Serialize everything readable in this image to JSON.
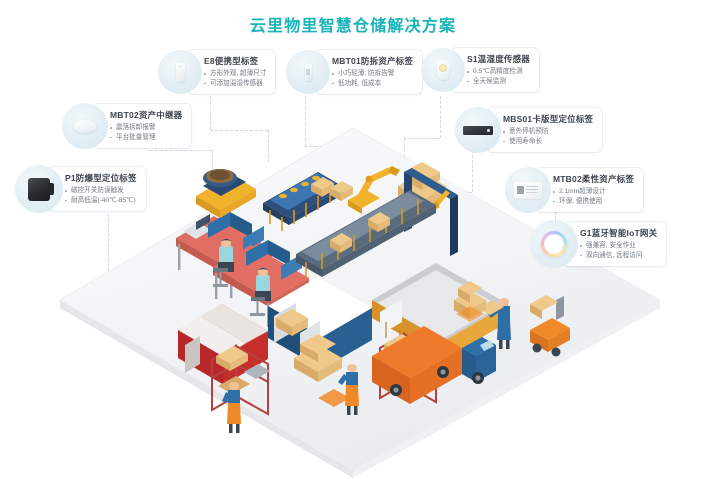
{
  "page": {
    "title": "云里物里智慧仓储解决方案",
    "title_color": "#16b3b8",
    "background": "#ffffff"
  },
  "callouts": [
    {
      "id": "e8",
      "icon": "portable-tag-icon",
      "title": "E8便携型标签",
      "bullets": [
        "方形外观, 超薄尺寸",
        "可添加温湿传感器"
      ]
    },
    {
      "id": "mbt01",
      "icon": "anti-tamper-tag-icon",
      "title": "MBT01防拆资产标签",
      "bullets": [
        "小巧轻薄; 防拆告警",
        "低功耗, 低成本"
      ]
    },
    {
      "id": "s1",
      "icon": "temp-humidity-sensor-icon",
      "title": "S1温湿度传感器",
      "bullets": [
        "0.5℃高精度检测",
        "全天候监测"
      ]
    },
    {
      "id": "mbt02",
      "icon": "asset-repeater-icon",
      "title": "MBT02资产中继器",
      "bullets": [
        "震落拆卸报警",
        "平台批量管理"
      ]
    },
    {
      "id": "mbs01",
      "icon": "card-locator-tag-icon",
      "title": "MBS01卡版型定位标签",
      "bullets": [
        "意外停机预防",
        "使用寿命长"
      ]
    },
    {
      "id": "p1",
      "icon": "explosion-proof-tag-icon",
      "title": "P1防爆型定位标签",
      "bullets": [
        "磁控开关防误触发",
        "耐高低温(-40℃-85℃)"
      ]
    },
    {
      "id": "mtb02",
      "icon": "flexible-asset-label-icon",
      "title": "MTB02柔性资产标签",
      "bullets": [
        "2.1mm超薄设计",
        "环保, 便携使用"
      ]
    },
    {
      "id": "g1",
      "icon": "bluetooth-gateway-icon",
      "title": "G1蓝牙智能IoT网关",
      "bullets": [
        "强兼容, 安全作业",
        "双向通信, 远程访问"
      ]
    }
  ],
  "illustration": {
    "name": "smart-warehouse-isometric-scene",
    "description": "智慧仓储等距场景",
    "palette": {
      "platform": "#f2f4f6",
      "crate": "#efc98a",
      "crate_dark": "#d9ab68",
      "robot_yellow": "#f4a41f",
      "machine_blue": "#1f4e79",
      "roof_red": "#d3342c",
      "truck_orange": "#f07a2b",
      "worker_orange": "#f08a28",
      "worker_blue": "#2e6fa8",
      "rack_red": "#b5403c",
      "screen_blue": "#2f6fa8"
    }
  }
}
